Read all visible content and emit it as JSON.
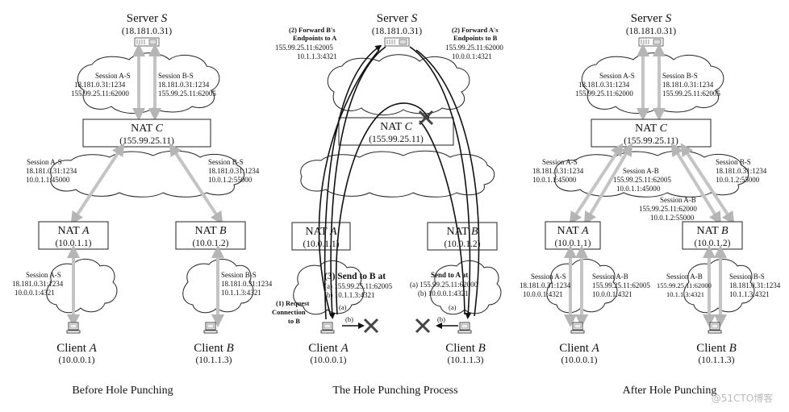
{
  "panels": [
    {
      "caption": "Before Hole Punching",
      "server": {
        "name": "Server ",
        "name_italic": "S",
        "ip": "(18.181.0.31)"
      },
      "nat_c": {
        "name": "NAT ",
        "name_italic": "C",
        "ip": "(155.99.25.11)"
      },
      "nat_a": {
        "name": "NAT ",
        "name_italic": "A",
        "ip": "(10.0.1.1)"
      },
      "nat_b": {
        "name": "NAT ",
        "name_italic": "B",
        "ip": "(10.0.1.2)"
      },
      "client_a": {
        "name": "Client ",
        "name_italic": "A",
        "ip": "(10.0.0.1)"
      },
      "client_b": {
        "name": "Client ",
        "name_italic": "B",
        "ip": "(10.1.1.3)"
      },
      "top_left_session": [
        "Session A-S",
        "18.181.0.31:1234",
        "155.99.25.11:62000"
      ],
      "top_right_session": [
        "Session B-S",
        "18.181.0.31:1234",
        "155.99.25.11:62005"
      ],
      "mid_left_session": [
        "Session A-S",
        "18.181.0.31:1234",
        "10.0.1.1:45000"
      ],
      "mid_right_session": [
        "Session B-S",
        "18.181.0.31:1234",
        "10.0.1.2:55000"
      ],
      "bot_left_session": [
        "Session A-S",
        "18.181.0.31:1234",
        "10.0.0.1:4321"
      ],
      "bot_right_session": [
        "Session B-S",
        "18.181.0.31:1234",
        "10.1.1.3:4321"
      ]
    },
    {
      "caption": "The Hole Punching Process",
      "server": {
        "name": "Server ",
        "name_italic": "S",
        "ip": "(18.181.0.31)"
      },
      "nat_c": {
        "name": "NAT ",
        "name_italic": "C",
        "ip": "(155.99.25.11)"
      },
      "nat_a": {
        "name": "NAT ",
        "name_italic": "A",
        "ip": "(10.0.1.1)"
      },
      "nat_b": {
        "name": "NAT ",
        "name_italic": "B",
        "ip": "(10.0.1.2)"
      },
      "client_a": {
        "name": "Client ",
        "name_italic": "A",
        "ip": "(10.0.0.1)"
      },
      "client_b": {
        "name": "Client ",
        "name_italic": "B",
        "ip": "(10.1.1.3)"
      },
      "forward_b": [
        "(2) Forward B's",
        "Endpoints to A",
        "155.99.25.11:62005",
        "10.1.1.3:4321"
      ],
      "forward_a": [
        "(2) Forward A's",
        "Endpoints to B",
        "155.99.25.11:62000",
        "10.0.0.1:4321"
      ],
      "send_to_b": [
        "(3) Send to B at",
        "(a) 155.99.25.11:62005",
        "(b) 10.1.1.3:4321"
      ],
      "send_to_a": [
        "Send to A at",
        "(a) 155.99.25.11:62000",
        "(b) 10.0.0.1:4321"
      ],
      "request": [
        "(1) Request",
        "Connection",
        "to B"
      ],
      "tag_a": "(a)",
      "tag_b": "(b)"
    },
    {
      "caption": "After Hole Punching",
      "server": {
        "name": "Server ",
        "name_italic": "S",
        "ip": "(18.181.0.31)"
      },
      "nat_c": {
        "name": "NAT ",
        "name_italic": "C",
        "ip": "(155.99.25.11)"
      },
      "nat_a": {
        "name": "NAT ",
        "name_italic": "A",
        "ip": "(10.0.1.1)"
      },
      "nat_b": {
        "name": "NAT ",
        "name_italic": "B",
        "ip": "(10.0.1.2)"
      },
      "client_a": {
        "name": "Client ",
        "name_italic": "A",
        "ip": "(10.0.0.1)"
      },
      "client_b": {
        "name": "Client ",
        "name_italic": "B",
        "ip": "(10.1.1.3)"
      },
      "top_left_session": [
        "Session A-S",
        "18.181.0.31:1234",
        "155.99.25.11:62000"
      ],
      "top_right_session": [
        "Session B-S",
        "18.181.0.31:1234",
        "155.99.25.11:62005"
      ],
      "mid_left_session": [
        "Session A-S",
        "18.181.0.31:1234",
        "10.0.1.1:45000"
      ],
      "mid_center_session_ab": [
        "Session A-B",
        "155.99.25.11:62005",
        "10.0.1.1:45000"
      ],
      "mid_center_session_ba": [
        "Session A-B",
        "155.99.25.11:62000",
        "10.0.1.2:55000"
      ],
      "mid_right_session": [
        "Session B-S",
        "18.181.0.31:1234",
        "10.0.1.2:55000"
      ],
      "bot_a_sessions": [
        [
          "Session A-S",
          "18.181.0.31:1234",
          "10.0.0.1:4321"
        ],
        [
          "Session A-B",
          "155.99.25.11:62005",
          "10.0.0.1:4321"
        ]
      ],
      "bot_b_sessions": [
        [
          "Session A-B",
          "155.99.25.11:62000",
          "10.1.1.3:4321"
        ],
        [
          "Session B-S",
          "18.181.0.31:1234",
          "10.1.1.3:4321"
        ]
      ]
    }
  ],
  "watermark": "@51CTO博客"
}
